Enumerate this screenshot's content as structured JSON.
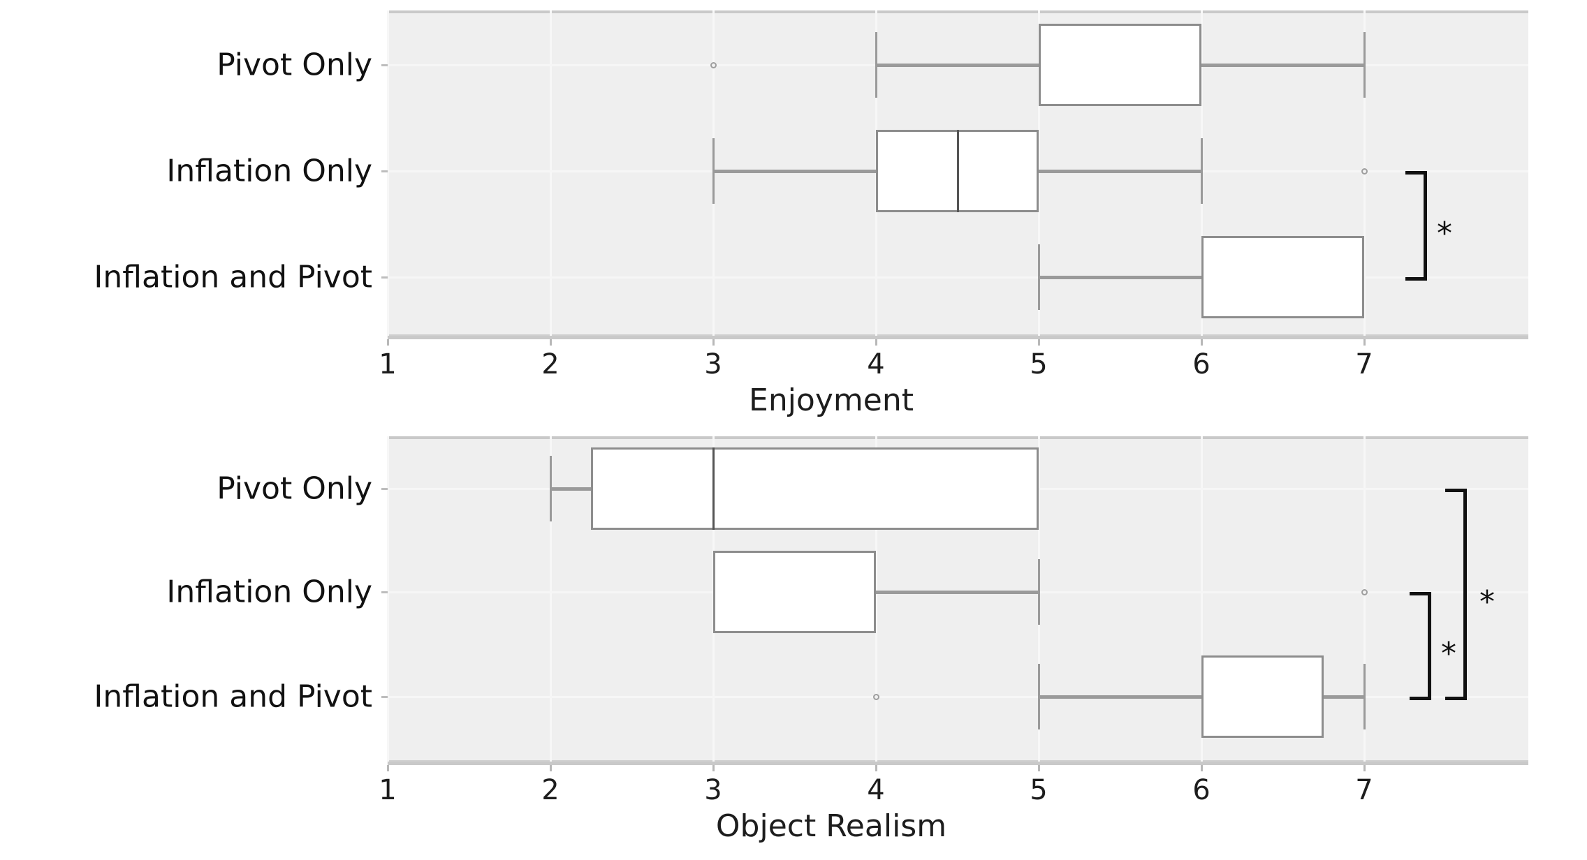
{
  "chart_data": [
    {
      "type": "box",
      "title": "",
      "xlabel": "Enjoyment",
      "ylabel": "",
      "orientation": "horizontal",
      "xlim": [
        0.82,
        8.0
      ],
      "xticks": [
        1,
        2,
        3,
        4,
        5,
        6,
        7
      ],
      "xticklabels": [
        "1",
        "2",
        "3",
        "4",
        "5",
        "6",
        "7"
      ],
      "categories": [
        "Pivot Only",
        "Inflation Only",
        "Inflation and Pivot"
      ],
      "grid": true,
      "boxes": [
        {
          "category": "Pivot Only",
          "whisker_low": 4,
          "q1": 5,
          "median": 6,
          "q3": 6,
          "whisker_high": 7,
          "outliers": [
            3
          ],
          "median_visible": false
        },
        {
          "category": "Inflation Only",
          "whisker_low": 3,
          "q1": 4,
          "median": 4.5,
          "q3": 5,
          "whisker_high": 6,
          "outliers": [
            7
          ],
          "median_visible": true
        },
        {
          "category": "Inflation and Pivot",
          "whisker_low": 5,
          "q1": 6,
          "median": 7,
          "q3": 7,
          "whisker_high": 7,
          "outliers": [],
          "median_visible": false
        }
      ],
      "significance": [
        {
          "label": "*",
          "from": "Inflation Only",
          "to": "Inflation and Pivot",
          "level": 0
        }
      ]
    },
    {
      "type": "box",
      "title": "",
      "xlabel": "Object Realism",
      "ylabel": "",
      "orientation": "horizontal",
      "xlim": [
        0.82,
        8.0
      ],
      "xticks": [
        1,
        2,
        3,
        4,
        5,
        6,
        7
      ],
      "xticklabels": [
        "1",
        "2",
        "3",
        "4",
        "5",
        "6",
        "7"
      ],
      "categories": [
        "Pivot Only",
        "Inflation Only",
        "Inflation and Pivot"
      ],
      "grid": true,
      "boxes": [
        {
          "category": "Pivot Only",
          "whisker_low": 2,
          "q1": 2.25,
          "median": 3,
          "q3": 5,
          "whisker_high": 5,
          "outliers": [],
          "median_visible": true
        },
        {
          "category": "Inflation Only",
          "whisker_low": 3,
          "q1": 3,
          "median": 3,
          "q3": 4,
          "whisker_high": 5,
          "outliers": [
            7
          ],
          "median_visible": false
        },
        {
          "category": "Inflation and Pivot",
          "whisker_low": 5,
          "q1": 6,
          "median": 6.75,
          "q3": 6.75,
          "whisker_high": 7,
          "outliers": [
            4
          ],
          "median_visible": false
        }
      ],
      "significance": [
        {
          "label": "*",
          "from": "Inflation Only",
          "to": "Inflation and Pivot",
          "level": 0
        },
        {
          "label": "*",
          "from": "Pivot Only",
          "to": "Inflation and Pivot",
          "level": 1
        }
      ]
    }
  ],
  "colors": {
    "plot_background": "#efefef",
    "page_background": "#ffffff",
    "box_edge": "#8d8d8d",
    "box_fill": "#ffffff",
    "whisker": "#9a9a9a",
    "gridline": "#f7f7f7",
    "text": "#1d1d1d",
    "significance": "#111111"
  }
}
